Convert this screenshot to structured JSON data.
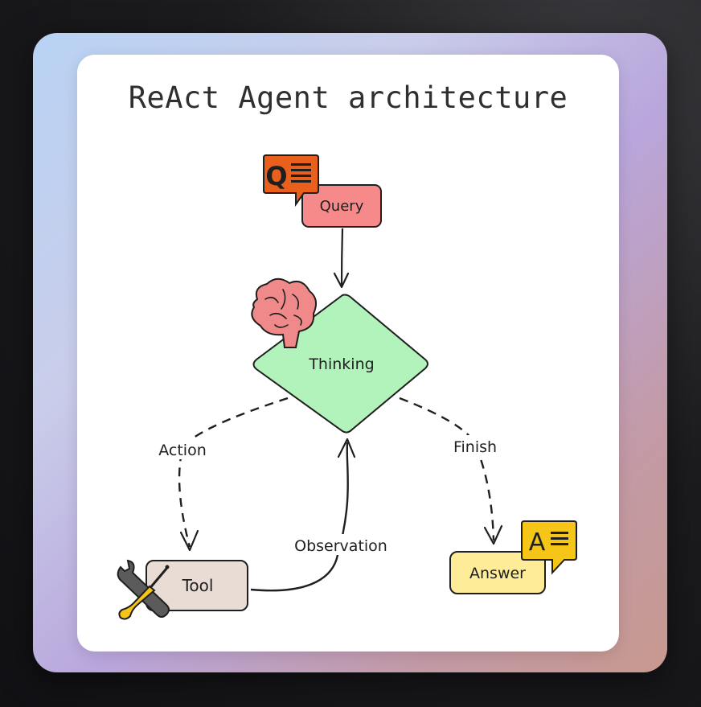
{
  "title": "ReAct Agent architecture",
  "nodes": {
    "query": "Query",
    "thinking": "Thinking",
    "tool": "Tool",
    "answer": "Answer"
  },
  "edges": {
    "action": "Action",
    "finish": "Finish",
    "observation": "Observation"
  },
  "icons": {
    "query_badge_letter": "Q",
    "answer_badge_letter": "A"
  },
  "colors": {
    "query_fill": "#f68a8a",
    "query_badge": "#e8601c",
    "thinking_fill": "#b2f2bb",
    "tool_fill": "#e8dcd4",
    "answer_fill": "#ffec99",
    "answer_badge": "#f5c518",
    "brain": "#f08a8a"
  }
}
